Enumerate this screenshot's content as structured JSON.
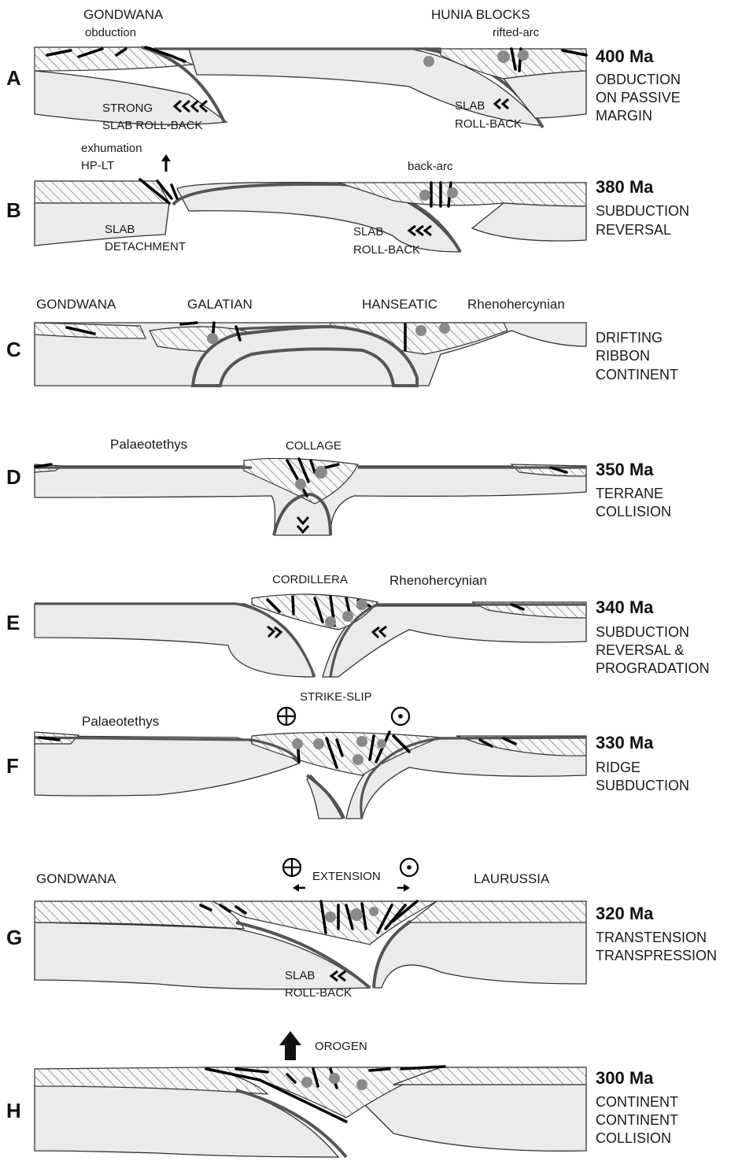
{
  "colors": {
    "plate_fill": "#ebebeb",
    "slab_stroke": "#555555",
    "pluton": "#8a8a8a",
    "ink": "#000000"
  },
  "panels": [
    {
      "letter": "A",
      "age": "400 Ma",
      "caption": [
        "OBDUCTION",
        "ON PASSIVE",
        "MARGIN"
      ],
      "labels": {
        "left_title": "GONDWANA",
        "left_sub": "obduction",
        "right_title": "HUNIA BLOCKS",
        "right_sub": "rifted-arc",
        "left_roll_1": "STRONG",
        "left_roll_2": "SLAB ROLL-BACK",
        "right_roll_1": "SLAB",
        "right_roll_2": "ROLL-BACK"
      }
    },
    {
      "letter": "B",
      "age": "380 Ma",
      "caption": [
        "SUBDUCTION",
        "REVERSAL"
      ],
      "labels": {
        "exhum_1": "exhumation",
        "exhum_2": "HP-LT",
        "backarc": "back-arc",
        "detach_1": "SLAB",
        "detach_2": "DETACHMENT",
        "roll_1": "SLAB",
        "roll_2": "ROLL-BACK"
      }
    },
    {
      "letter": "C",
      "age": "",
      "caption": [
        "DRIFTING",
        "RIBBON",
        "CONTINENT"
      ],
      "labels": {
        "gondwana": "GONDWANA",
        "galatian": "GALATIAN",
        "hanseatic": "HANSEATIC",
        "rheno": "Rhenohercynian"
      }
    },
    {
      "letter": "D",
      "age": "350 Ma",
      "caption": [
        "TERRANE",
        "COLLISION"
      ],
      "labels": {
        "palaeo": "Palaeotethys",
        "collage": "COLLAGE"
      }
    },
    {
      "letter": "E",
      "age": "340 Ma",
      "caption": [
        "SUBDUCTION",
        "REVERSAL &",
        "PROGRADATION"
      ],
      "labels": {
        "cordillera": "CORDILLERA",
        "rheno": "Rhenohercynian"
      }
    },
    {
      "letter": "F",
      "age": "330 Ma",
      "caption": [
        "RIDGE",
        "SUBDUCTION"
      ],
      "labels": {
        "palaeo": "Palaeotethys",
        "strike": "STRIKE-SLIP"
      }
    },
    {
      "letter": "G",
      "age": "320 Ma",
      "caption": [
        "TRANSTENSION",
        "TRANSPRESSION"
      ],
      "labels": {
        "gondwana": "GONDWANA",
        "extension": "EXTENSION",
        "laurussia": "LAURUSSIA",
        "roll_1": "SLAB",
        "roll_2": "ROLL-BACK"
      }
    },
    {
      "letter": "H",
      "age": "300 Ma",
      "caption": [
        "CONTINENT",
        "CONTINENT",
        "COLLISION"
      ],
      "labels": {
        "orogen": "OROGEN"
      }
    }
  ]
}
